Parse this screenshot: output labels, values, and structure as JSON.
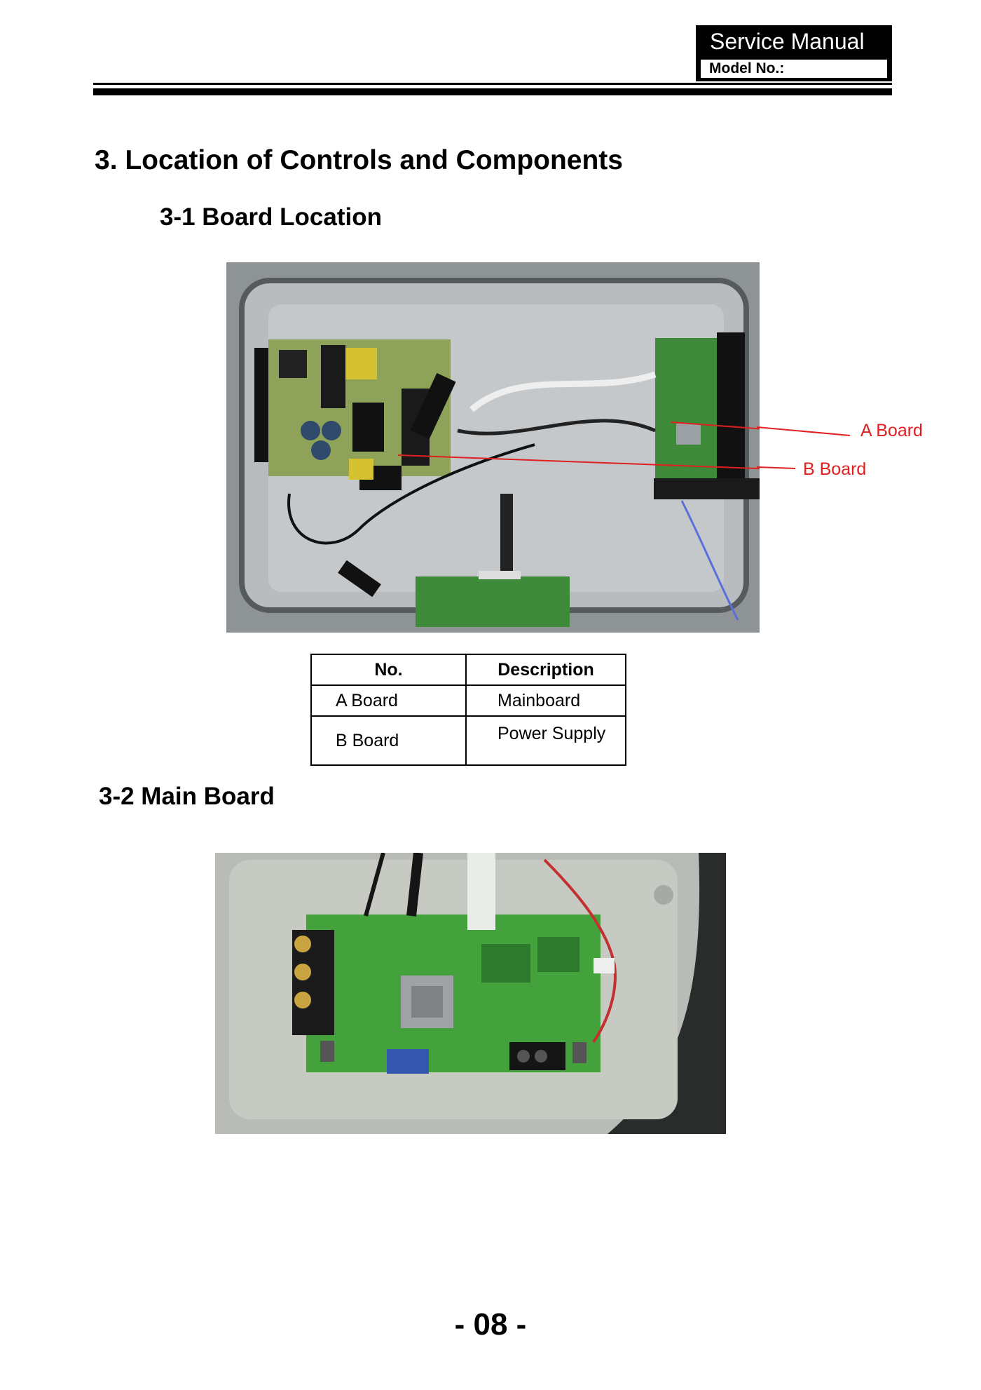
{
  "header": {
    "title": "Service Manual",
    "model_label": "Model No.:"
  },
  "section": {
    "title": "3. Location of Controls and Components",
    "sub1": "3-1 Board Location",
    "sub2": "3-2 Main  Board"
  },
  "callouts": {
    "a": "A  Board",
    "b": "B  Board"
  },
  "table": {
    "headers": [
      "No.",
      "Description"
    ],
    "rows": [
      {
        "no": "A  Board",
        "desc": "Mainboard"
      },
      {
        "no": "B  Board",
        "desc": "Power Supply"
      }
    ]
  },
  "page_number": "- 08 -",
  "colors": {
    "callout": "#e02020",
    "pcb_green": "#3f8a3a",
    "chassis": "#b8bcbf"
  }
}
